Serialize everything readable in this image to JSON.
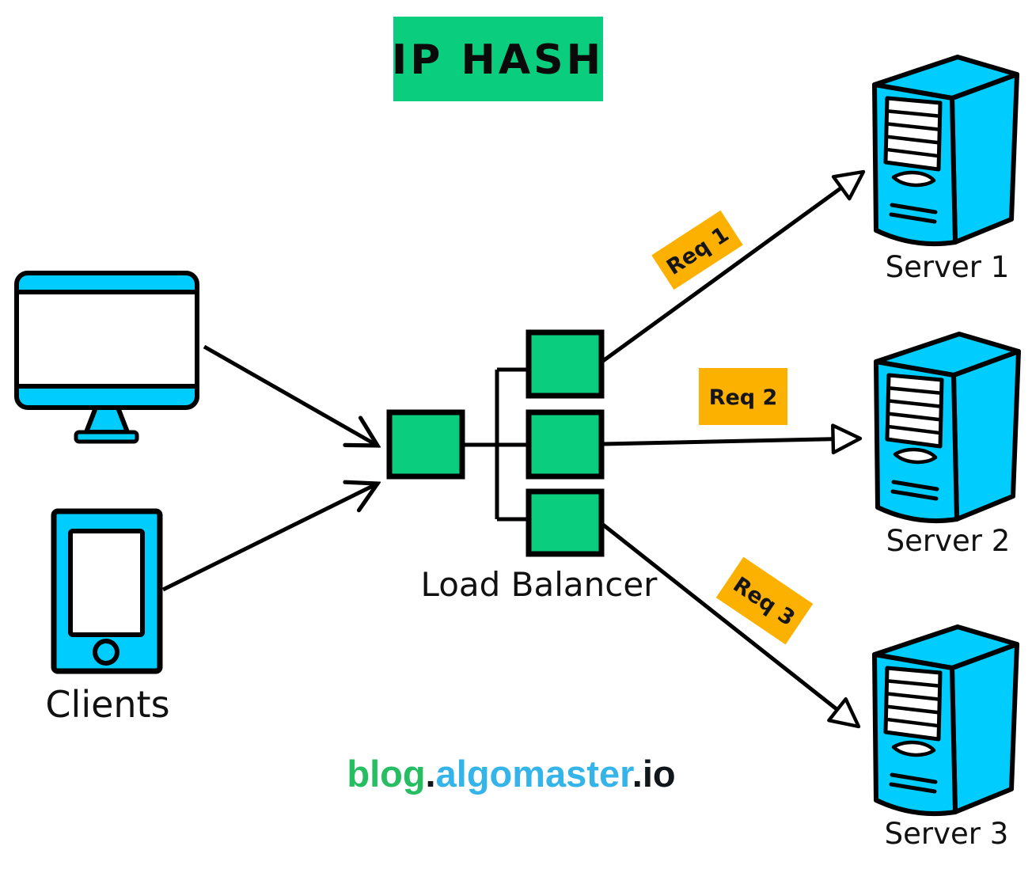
{
  "title": {
    "label": "IP HASH"
  },
  "clients": {
    "label": "Clients",
    "devices": [
      "desktop-monitor",
      "mobile-phone"
    ]
  },
  "load_balancer": {
    "label": "Load Balancer",
    "node_count": 4
  },
  "requests": [
    {
      "label": "Req 1"
    },
    {
      "label": "Req 2"
    },
    {
      "label": "Req 3"
    }
  ],
  "servers": [
    {
      "label": "Server 1"
    },
    {
      "label": "Server 2"
    },
    {
      "label": "Server 3"
    }
  ],
  "footer": {
    "parts": [
      {
        "text": "blog",
        "color": "#27bd63"
      },
      {
        "text": ".",
        "color": "#10161a"
      },
      {
        "text": "algomaster",
        "color": "#35b4ea"
      },
      {
        "text": ".io",
        "color": "#10161a"
      }
    ]
  },
  "colors": {
    "green": "#0bcd7e",
    "cyan": "#00ccfe",
    "orange": "#fcb100",
    "outline": "#000000",
    "background": "#ffffff"
  }
}
